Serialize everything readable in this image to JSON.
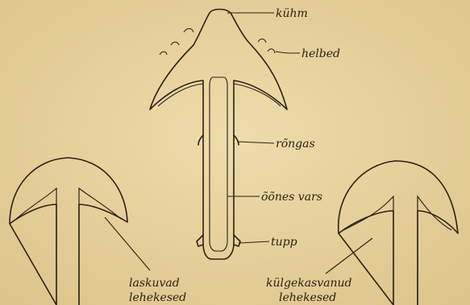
{
  "labels": {
    "kuhm": "kühm",
    "helbed": "helbed",
    "rongas": "rõngas",
    "oones_vars": "õõnes vars",
    "tupp": "tupp",
    "laskuvad_1": "laskuvad",
    "laskuvad_2": "lehekesed",
    "kulgekasvanud_1": "külgekasvanud",
    "kulgekasvanud_2": "lehekesed"
  },
  "colors": {
    "paper": "#e9d39d",
    "ink": "#2a2116"
  }
}
